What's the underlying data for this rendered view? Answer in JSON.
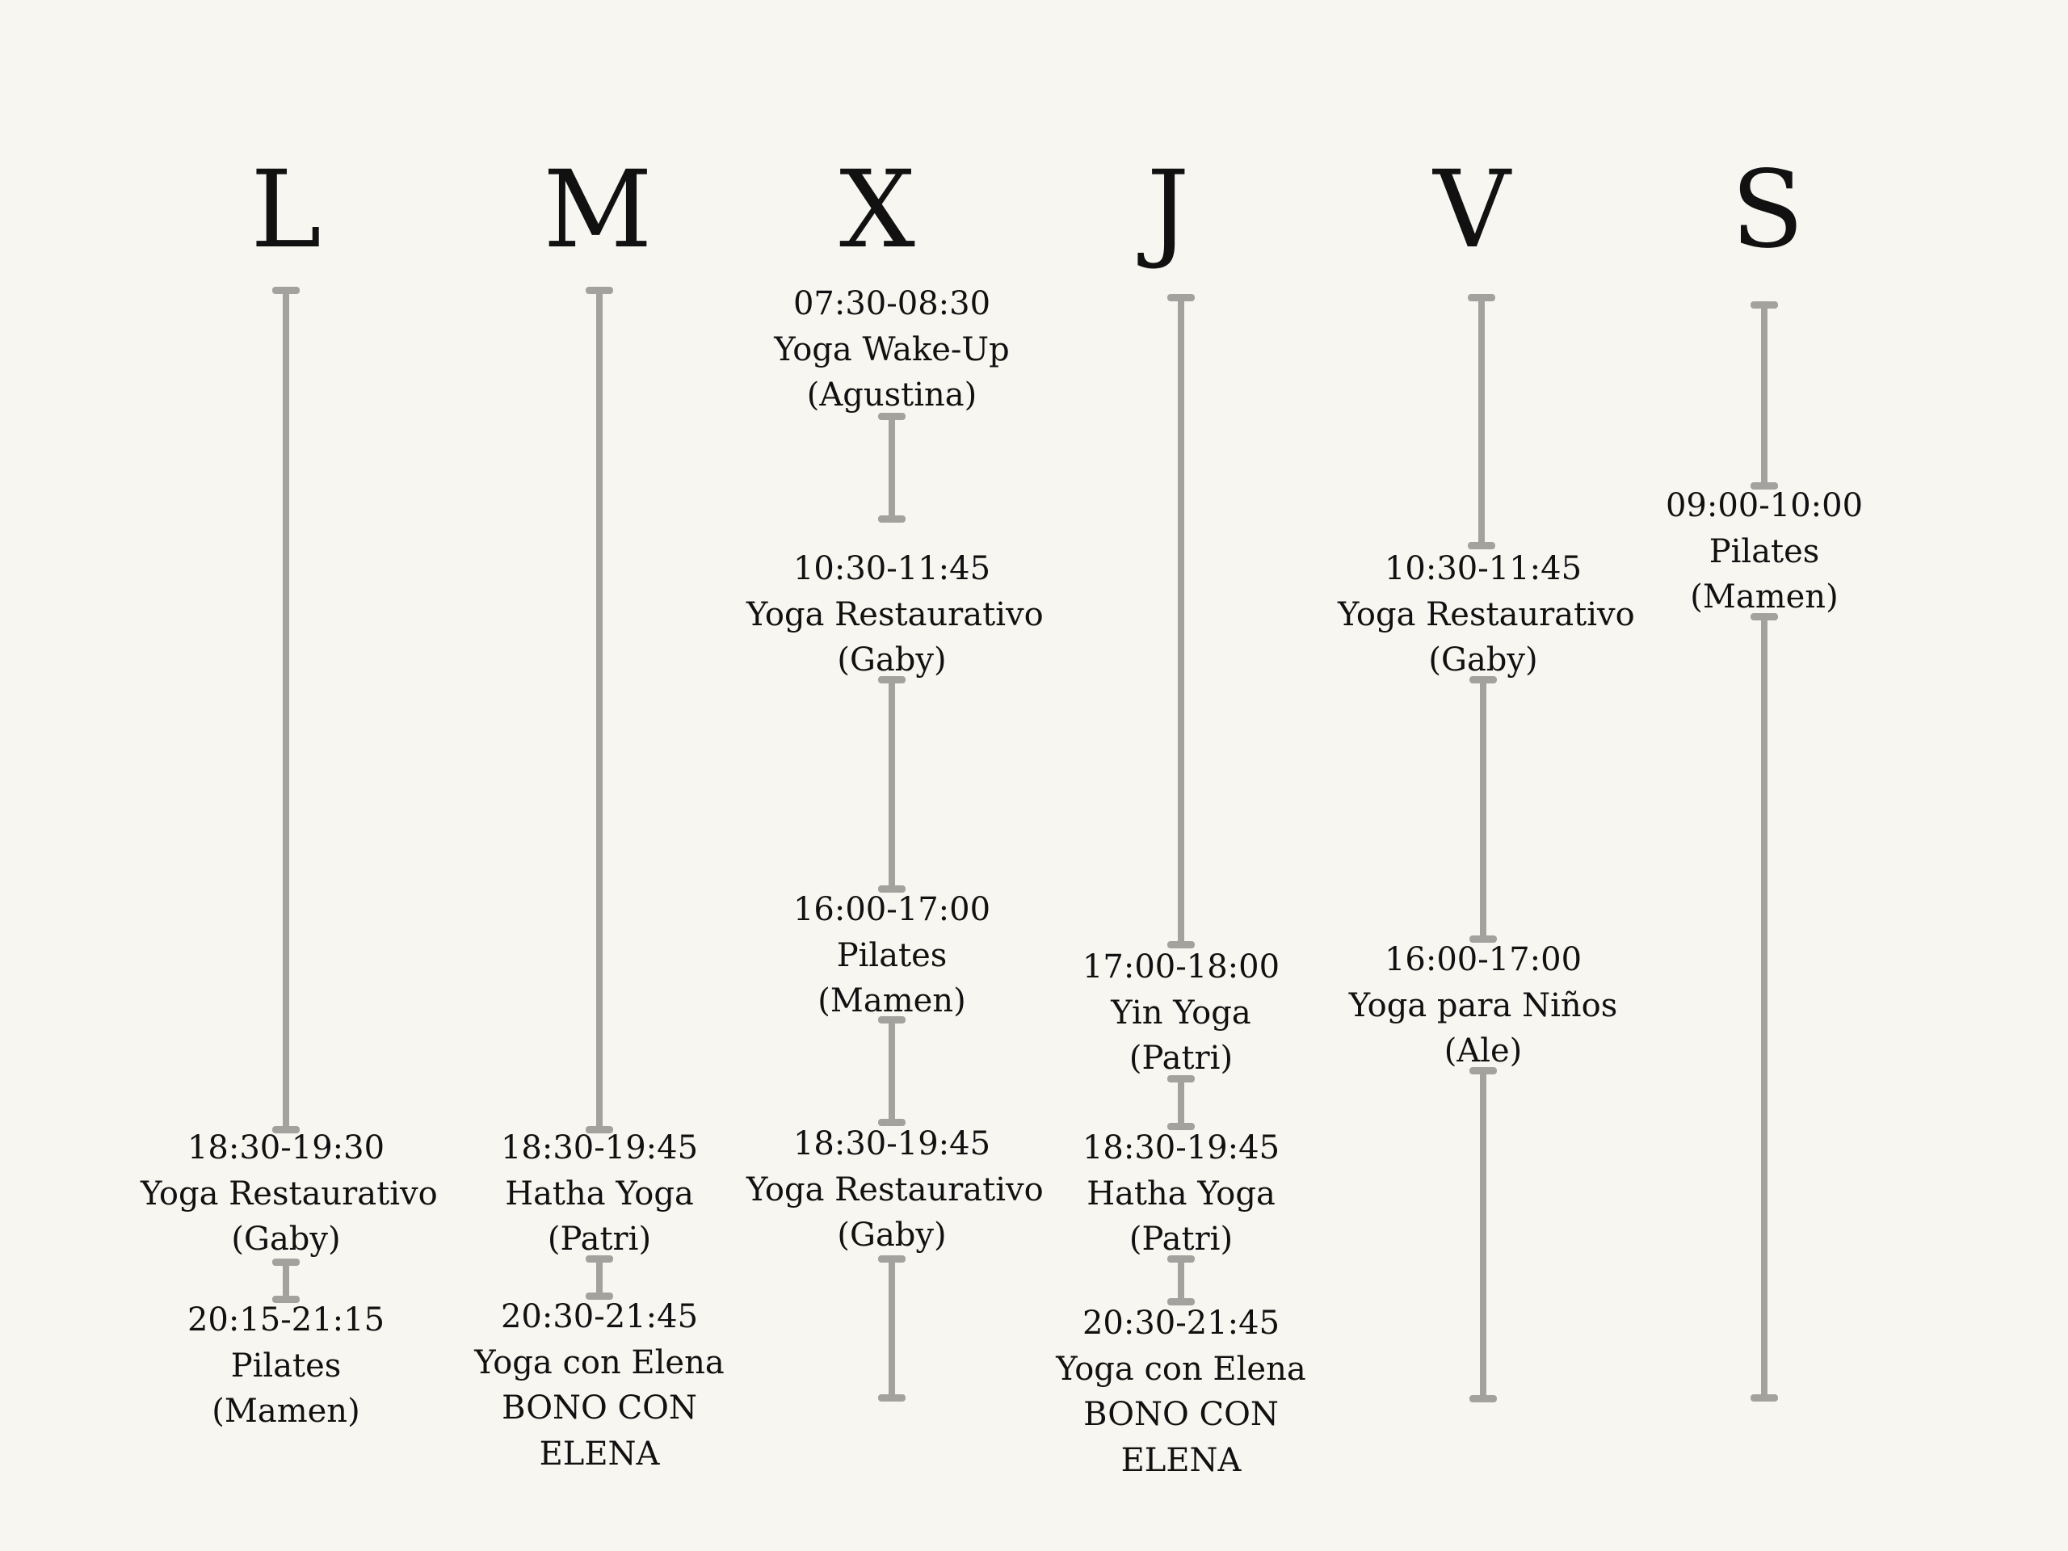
{
  "days": [
    "L",
    "M",
    "X",
    "J",
    "V",
    "S"
  ],
  "colors": {
    "background": "#f7f6f1",
    "timeline": "#a3a29e",
    "text": "#111111"
  },
  "schedule": {
    "lunes": [
      {
        "time": "18:30-19:30",
        "name": "Yoga Restaurativo",
        "teacher": "(Gaby)"
      },
      {
        "time": "20:15-21:15",
        "name": "Pilates",
        "teacher": "(Mamen)"
      }
    ],
    "martes": [
      {
        "time": "18:30-19:45",
        "name": "Hatha Yoga",
        "teacher": "(Patri)"
      },
      {
        "time": "20:30-21:45",
        "name": "Yoga con Elena",
        "note1": "BONO CON",
        "note2": "ELENA"
      }
    ],
    "miercoles": [
      {
        "time": "07:30-08:30",
        "name": "Yoga Wake-Up",
        "teacher": "(Agustina)"
      },
      {
        "time": "10:30-11:45",
        "name": "Yoga Restaurativo",
        "teacher": "(Gaby)"
      },
      {
        "time": "16:00-17:00",
        "name": "Pilates",
        "teacher": "(Mamen)"
      },
      {
        "time": "18:30-19:45",
        "name": "Yoga Restaurativo",
        "teacher": "(Gaby)"
      }
    ],
    "jueves": [
      {
        "time": "17:00-18:00",
        "name": "Yin Yoga",
        "teacher": "(Patri)"
      },
      {
        "time": "18:30-19:45",
        "name": "Hatha Yoga",
        "teacher": "(Patri)"
      },
      {
        "time": "20:30-21:45",
        "name": "Yoga con Elena",
        "note1": "BONO CON",
        "note2": "ELENA"
      }
    ],
    "viernes": [
      {
        "time": "10:30-11:45",
        "name": "Yoga Restaurativo",
        "teacher": "(Gaby)"
      },
      {
        "time": "16:00-17:00",
        "name": "Yoga para Niños",
        "teacher": "(Ale)"
      }
    ],
    "sabado": [
      {
        "time": "09:00-10:00",
        "name": "Pilates",
        "teacher": "(Mamen)"
      }
    ]
  }
}
